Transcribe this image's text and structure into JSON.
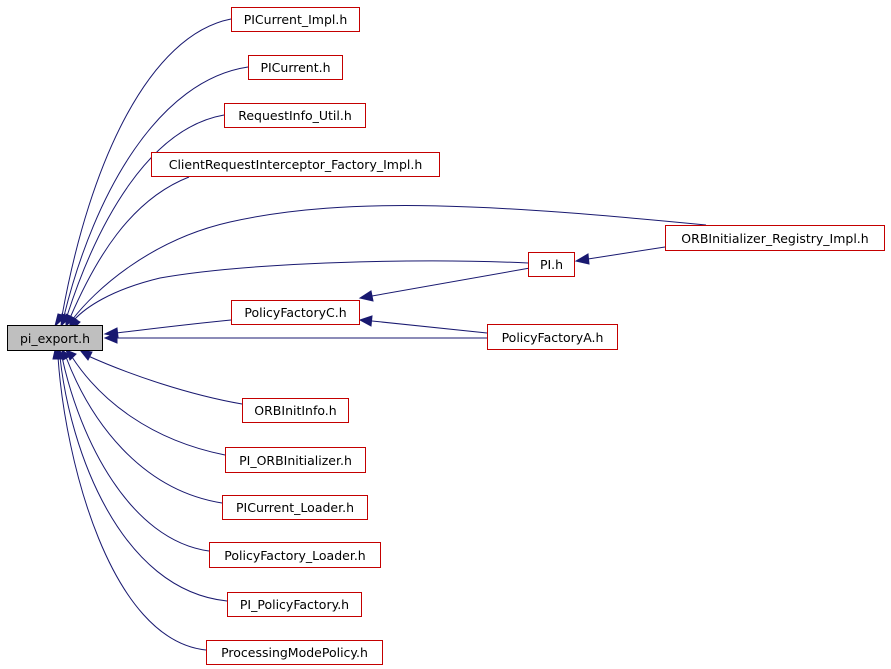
{
  "root": {
    "label": "pi_export.h"
  },
  "nodes": {
    "picurrent_impl": "PICurrent_Impl.h",
    "picurrent": "PICurrent.h",
    "requestinfo_util": "RequestInfo_Util.h",
    "clientrequestinterceptor_factory_impl": "ClientRequestInterceptor_Factory_Impl.h",
    "orbinitializer_registry_impl": "ORBInitializer_Registry_Impl.h",
    "pi": "PI.h",
    "policyfactoryc": "PolicyFactoryC.h",
    "policyfactorya": "PolicyFactoryA.h",
    "orbinitinfo": "ORBInitInfo.h",
    "pi_orbinitializer": "PI_ORBInitializer.h",
    "picurrent_loader": "PICurrent_Loader.h",
    "policyfactory_loader": "PolicyFactory_Loader.h",
    "pi_policyfactory": "PI_PolicyFactory.h",
    "processingmodepolicy": "ProcessingModePolicy.h"
  },
  "colors": {
    "edge": "#191970",
    "node_border": "#c40000",
    "root_fill": "#bfbfbf"
  }
}
